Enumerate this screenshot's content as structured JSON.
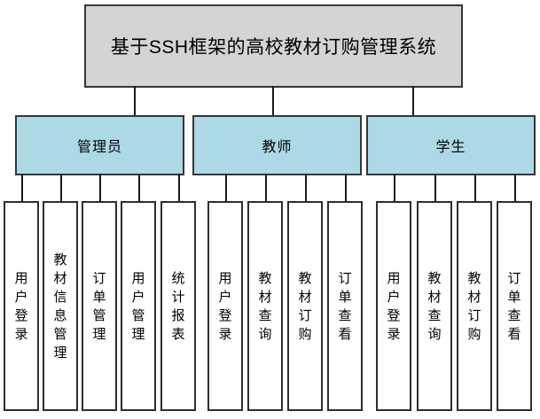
{
  "diagram": {
    "title": "基于SSH框架的高校教材订购管理系统",
    "branches": [
      {
        "label": "管理员",
        "children": [
          "用户登录",
          "教材信息管理",
          "订单管理",
          "用户管理",
          "统计报表"
        ]
      },
      {
        "label": "教师",
        "children": [
          "用户登录",
          "教材查询",
          "教材订购",
          "订单查看"
        ]
      },
      {
        "label": "学生",
        "children": [
          "用户登录",
          "教材查询",
          "教材订购",
          "订单查看"
        ]
      }
    ],
    "colors": {
      "title_fill": "#d4d4d4",
      "branch_fill": "#add8e6",
      "leaf_fill": "#ffffff",
      "border": "#363636",
      "connector": "#1a1a1a",
      "background": "#ffffff"
    }
  }
}
